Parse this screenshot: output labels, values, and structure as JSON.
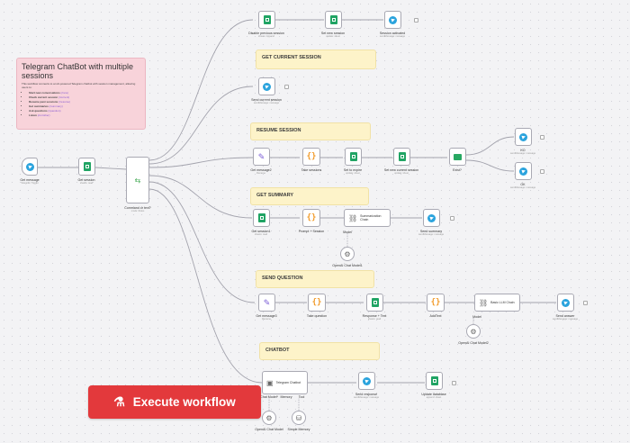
{
  "note": {
    "title": "Telegram ChatBot with multiple sessions",
    "intro": "This workflow connects to an AI-powered Telegram chatbot with session management, allowing users to:",
    "items": [
      {
        "text": "Start new conversations",
        "cmd": "(/new)"
      },
      {
        "text": "Check current session",
        "cmd": "(/current)"
      },
      {
        "text": "Resume past sessions",
        "cmd": "(/resume)"
      },
      {
        "text": "Get summaries",
        "cmd": "(/summary)"
      },
      {
        "text": "Ask questions",
        "cmd": "(/question)"
      },
      {
        "text": "Listen",
        "cmd": "(/on/other)"
      }
    ]
  },
  "sections": {
    "get_current": "GET CURRENT SESSION",
    "resume": "RESUME SESSION",
    "summary": "GET SUMMARY",
    "question": "SEND QUESTION",
    "chatbot": "CHATBOT"
  },
  "nodes": {
    "get_message": {
      "title": "Get message",
      "sub": "Telegram Trigger"
    },
    "get_session": {
      "title": "Get session",
      "sub": "sheets: read"
    },
    "command_or_text": {
      "title": "Command or text?",
      "sub": "mode: Rules"
    },
    "disable_previous": {
      "title": "Disable previous session",
      "sub": "sheets: Append"
    },
    "set_new_session": {
      "title": "Set new session",
      "sub": "update: sheet"
    },
    "session_activated": {
      "title": "Session activated",
      "sub": "sendMessage: message"
    },
    "send_current": {
      "title": "Send current session",
      "sub": "sendMessage: message"
    },
    "get_message2": {
      "title": "Get message2",
      "sub": "Rename"
    },
    "take_sessions": {
      "title": "Take sessions",
      "sub": ""
    },
    "set_to_expire": {
      "title": "Set to expire",
      "sub": "update: sheet"
    },
    "set_new_current": {
      "title": "Set new current session",
      "sub": "update: sheet"
    },
    "exist": {
      "title": "Exist?",
      "sub": ""
    },
    "ko": {
      "title": "KO",
      "sub": "sendMessage: message"
    },
    "ok": {
      "title": "OK",
      "sub": "sendMessage: message"
    },
    "get_session1": {
      "title": "Get session1",
      "sub": "sheets: read"
    },
    "prompt_session": {
      "title": "Prompt + Session",
      "sub": ""
    },
    "summarization_chain": {
      "title": "Summarization Chain",
      "sub": ""
    },
    "send_summary": {
      "title": "Send summary",
      "sub": "sendMessage: message"
    },
    "openai_model": {
      "title": "OpenAI Chat Model1",
      "sub": ""
    },
    "get_message3": {
      "title": "Get message3",
      "sub": "Rename"
    },
    "take_question": {
      "title": "Take question",
      "sub": ""
    },
    "response_text": {
      "title": "Response + Text",
      "sub": "sheets: read"
    },
    "add_text": {
      "title": "AddText",
      "sub": ""
    },
    "basic_llm_chain": {
      "title": "Basic LLM Chain",
      "sub": ""
    },
    "send_answer": {
      "title": "Send answer",
      "sub": "sendMessage: message"
    },
    "openai_model2": {
      "title": "OpenAI Chat Model2",
      "sub": ""
    },
    "telegram_chatbot": {
      "title": "Telegram Chatbot",
      "sub": ""
    },
    "send_response": {
      "title": "Send response",
      "sub": "sendMessage: message"
    },
    "update_database": {
      "title": "Update database",
      "sub": "append: sheet"
    },
    "openai_model3": {
      "title": "OpenAI Chat Model",
      "sub": ""
    },
    "simple_memory": {
      "title": "Simple Memory",
      "sub": ""
    }
  },
  "ports": {
    "model": "Model",
    "memory": "Memory",
    "chat_model": "Chat Model*",
    "tool": "Tool"
  },
  "execute": {
    "label": "Execute workflow",
    "icon": "flask-icon"
  },
  "colors": {
    "telegram": "#2aa3dd",
    "sheets": "#20a464",
    "code": "#f29b2a",
    "execute": "#e3393c"
  }
}
